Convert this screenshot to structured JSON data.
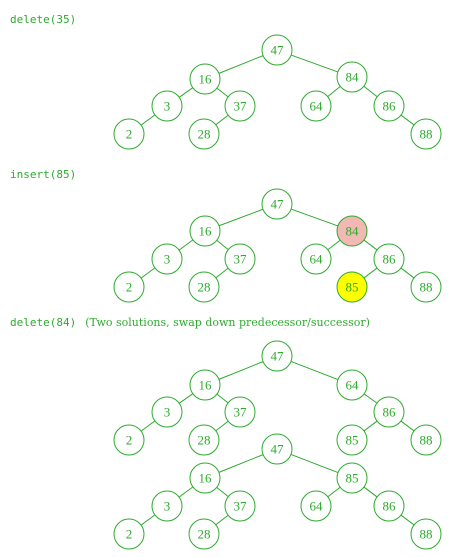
{
  "colors": {
    "green": "#2eaa2e",
    "highlight_pink": "#f2b8b4",
    "highlight_yellow": "#ffff00",
    "background": "#ffffff"
  },
  "sections": [
    {
      "op": "delete(35)",
      "note": "",
      "trees": [
        {
          "nodes": [
            {
              "id": "n47",
              "label": "47"
            },
            {
              "id": "n16",
              "label": "16"
            },
            {
              "id": "n84",
              "label": "84"
            },
            {
              "id": "n3",
              "label": "3"
            },
            {
              "id": "n37",
              "label": "37"
            },
            {
              "id": "n64",
              "label": "64"
            },
            {
              "id": "n86",
              "label": "86"
            },
            {
              "id": "n2",
              "label": "2"
            },
            {
              "id": "n28",
              "label": "28"
            },
            {
              "id": "n88",
              "label": "88"
            }
          ],
          "edges": [
            [
              "n47",
              "n16"
            ],
            [
              "n47",
              "n84"
            ],
            [
              "n16",
              "n3"
            ],
            [
              "n16",
              "n37"
            ],
            [
              "n84",
              "n64"
            ],
            [
              "n84",
              "n86"
            ],
            [
              "n3",
              "n2"
            ],
            [
              "n37",
              "n28"
            ],
            [
              "n86",
              "n88"
            ]
          ]
        }
      ]
    },
    {
      "op": "insert(85)",
      "note": "",
      "trees": [
        {
          "nodes": [
            {
              "id": "n47",
              "label": "47"
            },
            {
              "id": "n16",
              "label": "16"
            },
            {
              "id": "n84",
              "label": "84",
              "fill": "highlight_pink"
            },
            {
              "id": "n3",
              "label": "3"
            },
            {
              "id": "n37",
              "label": "37"
            },
            {
              "id": "n64",
              "label": "64"
            },
            {
              "id": "n86",
              "label": "86"
            },
            {
              "id": "n2",
              "label": "2"
            },
            {
              "id": "n28",
              "label": "28"
            },
            {
              "id": "n85",
              "label": "85",
              "fill": "highlight_yellow"
            },
            {
              "id": "n88",
              "label": "88"
            }
          ],
          "edges": [
            [
              "n47",
              "n16"
            ],
            [
              "n47",
              "n84"
            ],
            [
              "n16",
              "n3"
            ],
            [
              "n16",
              "n37"
            ],
            [
              "n84",
              "n64"
            ],
            [
              "n84",
              "n86"
            ],
            [
              "n3",
              "n2"
            ],
            [
              "n37",
              "n28"
            ],
            [
              "n86",
              "n85"
            ],
            [
              "n86",
              "n88"
            ]
          ]
        }
      ]
    },
    {
      "op": "delete(84)",
      "note": "(Two solutions, swap down predecessor/successor)",
      "trees": [
        {
          "nodes": [
            {
              "id": "n47",
              "label": "47"
            },
            {
              "id": "n16",
              "label": "16"
            },
            {
              "id": "n64",
              "label": "64"
            },
            {
              "id": "n3",
              "label": "3"
            },
            {
              "id": "n37",
              "label": "37"
            },
            {
              "id": "n86",
              "label": "86"
            },
            {
              "id": "n2",
              "label": "2"
            },
            {
              "id": "n28",
              "label": "28"
            },
            {
              "id": "n85",
              "label": "85"
            },
            {
              "id": "n88",
              "label": "88"
            }
          ],
          "edges": [
            [
              "n47",
              "n16"
            ],
            [
              "n47",
              "n64"
            ],
            [
              "n16",
              "n3"
            ],
            [
              "n16",
              "n37"
            ],
            [
              "n64",
              "n86"
            ],
            [
              "n3",
              "n2"
            ],
            [
              "n37",
              "n28"
            ],
            [
              "n86",
              "n85"
            ],
            [
              "n86",
              "n88"
            ]
          ]
        },
        {
          "nodes": [
            {
              "id": "n47",
              "label": "47"
            },
            {
              "id": "n16",
              "label": "16"
            },
            {
              "id": "n85",
              "label": "85"
            },
            {
              "id": "n3",
              "label": "3"
            },
            {
              "id": "n37",
              "label": "37"
            },
            {
              "id": "n64",
              "label": "64"
            },
            {
              "id": "n86",
              "label": "86"
            },
            {
              "id": "n2",
              "label": "2"
            },
            {
              "id": "n28",
              "label": "28"
            },
            {
              "id": "n88",
              "label": "88"
            }
          ],
          "edges": [
            [
              "n47",
              "n16"
            ],
            [
              "n47",
              "n85"
            ],
            [
              "n16",
              "n3"
            ],
            [
              "n16",
              "n37"
            ],
            [
              "n85",
              "n64"
            ],
            [
              "n85",
              "n86"
            ],
            [
              "n3",
              "n2"
            ],
            [
              "n37",
              "n28"
            ],
            [
              "n86",
              "n88"
            ]
          ]
        }
      ]
    }
  ]
}
